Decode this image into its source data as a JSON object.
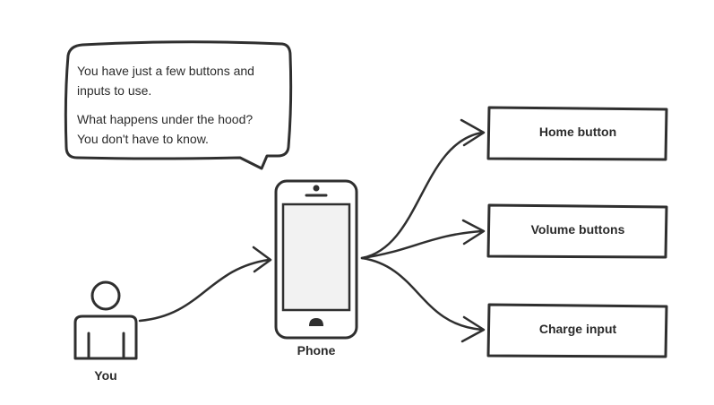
{
  "speech_bubble": {
    "line1": "You have just a few buttons and",
    "line2": "inputs to use.",
    "line3": "What happens under the hood?",
    "line4": "You don't have to know."
  },
  "person": {
    "label": "You"
  },
  "phone": {
    "label": "Phone"
  },
  "boxes": [
    {
      "label": "Home button"
    },
    {
      "label": "Volume buttons"
    },
    {
      "label": "Charge input"
    }
  ]
}
